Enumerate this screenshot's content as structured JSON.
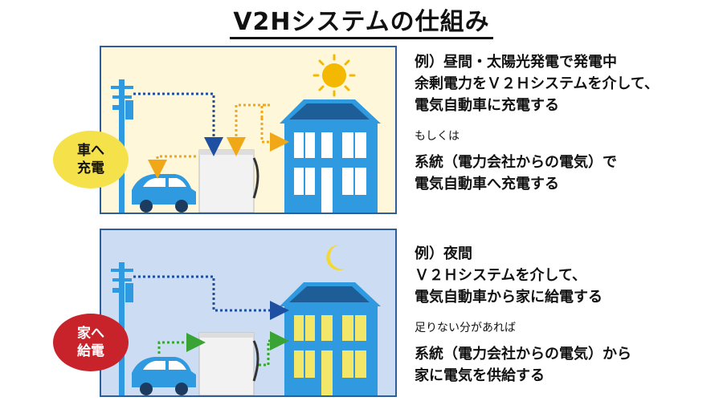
{
  "title": "V2Hシステムの仕組み",
  "day": {
    "badge": "車へ\n充電",
    "lines": [
      "例）昼間・太陽光発電で発電中",
      "余剰電力をＶ２Ｈシステムを介して、",
      "電気自動車に充電する"
    ],
    "alt": "もしくは",
    "lines2": [
      "系統（電力会社からの電気）で",
      "電気自動車へ充電する"
    ]
  },
  "night": {
    "badge": "家へ\n給電",
    "lines": [
      "例）夜間",
      "Ｖ２Ｈシステムを介して、",
      "電気自動車から家に給電する"
    ],
    "alt": "足りない分があれば",
    "lines2": [
      "系統（電力会社からの電気）から",
      "家に電気を供給する"
    ]
  },
  "colors": {
    "day_bg": "#fff7d9",
    "night_bg": "#ccdcf3",
    "panel_border": "#2e5d9c",
    "house": "#2f9ae0",
    "day_window": "#ffffff",
    "night_window": "#f3e76a",
    "arrow_grid": "#1f4fa0",
    "arrow_solar": "#f0a818",
    "arrow_car": "#3aa335",
    "sun": "#f5b800",
    "moon": "#f5d82e",
    "badge_day": "#f5e14a",
    "badge_night": "#c8232a"
  }
}
